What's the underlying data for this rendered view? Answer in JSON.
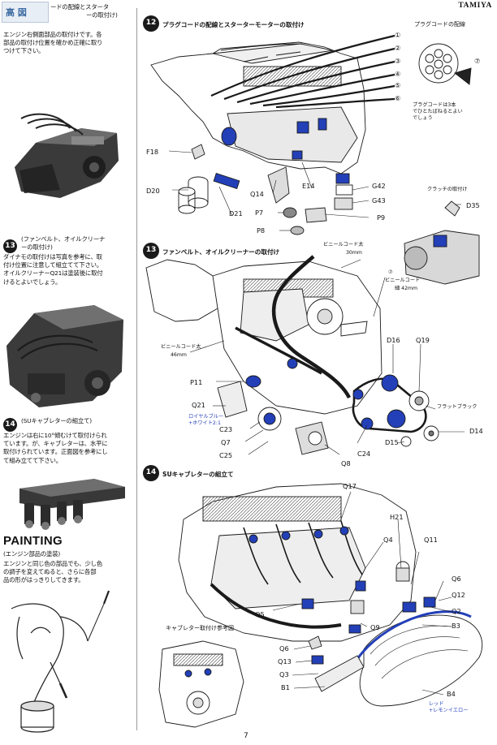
{
  "brand": "TAMIYA",
  "page_number": "7",
  "watermark": "高 図",
  "left": {
    "intro_lines": [
      "ードの配線とスタータ",
      "ーの取付け)",
      "エンジン右側面部品の取付けです。各",
      "部品の取付け位置を確かめ正確に取り",
      "つけて下さい。"
    ],
    "sec13_badge": "13",
    "sec13_title": [
      "(ファンベルト、オイルクリーナ",
      "ーの取付け)"
    ],
    "sec13_lines": [
      "ダイナモの取付けは写真を参考に、取",
      "付け位置に注意して組立てて下さい。",
      "オイルクリーナーQ21は塗装後に取付",
      "けるとよいでしょう。"
    ],
    "sec14_badge": "14",
    "sec14_title": "(SUキャブレターの組立て)",
    "sec14_lines": [
      "エンジンは右に10°傾むけて取付けられ",
      "ています。が、キャブレターは、水平に",
      "取付けられています。正面図を参考にし",
      "て組み立てて下さい。"
    ],
    "painting_title": "PAINTING",
    "painting_sub": "(エンジン部品の塗装)",
    "painting_lines": [
      "エンジンと同じ色の部品でも、少し色",
      "の調子を変えてぬると、さらに各部",
      "品の形がはっきりしてきます。"
    ]
  },
  "step12": {
    "badge": "12",
    "title": "プラグコードの配線とスターターモーターの取付け",
    "cord_title": "プラグコードの配線",
    "cord_nums": [
      "①",
      "②",
      "③",
      "④",
      "⑤",
      "⑥",
      "⑦"
    ],
    "note": [
      "プラグコードは3本",
      "でひとたばねるとよい",
      "でしょう"
    ],
    "labels": [
      "F18",
      "D20",
      "D21",
      "Q14",
      "E14",
      "G42",
      "G43",
      "P7",
      "P8",
      "P9"
    ],
    "clutch_title": "クラッチの取付け",
    "clutch_part": "D35"
  },
  "step13": {
    "badge": "13",
    "title": "ファンベルト、オイルクリーナーの取付け",
    "vinyl_thick": "ビニールコード太",
    "vinyl_thick_len": "30mm",
    "vinyl_cord": "ビニールコード",
    "vinyl_cord_num": "⑦",
    "vinyl_cord_len": "細 42mm",
    "vinyl_thick_left": "ビニールコード太",
    "vinyl_thick_left_len": "46mm",
    "paint_note": [
      "ロイヤルブルー",
      "+ホワイト2:1"
    ],
    "flat_black": "フラットブラック",
    "labels": [
      "D16",
      "Q19",
      "D14",
      "D15",
      "P11",
      "Q21",
      "C23",
      "Q7",
      "C25",
      "C24",
      "Q8"
    ]
  },
  "step14": {
    "badge": "14",
    "title": "SUキャブレターの組立て",
    "ref_title": "キャブレター取付け参考図",
    "paint_note": [
      "レッド",
      "+レモンイエロー"
    ],
    "labels": [
      "Q17",
      "H21",
      "Q4",
      "Q11",
      "Q6",
      "Q12",
      "Q2",
      "B3",
      "Q9",
      "Q5",
      "Q6",
      "Q13",
      "Q3",
      "B1",
      "B4"
    ]
  },
  "colors": {
    "accent": "#2340b8",
    "ink": "#1a1a1a"
  }
}
